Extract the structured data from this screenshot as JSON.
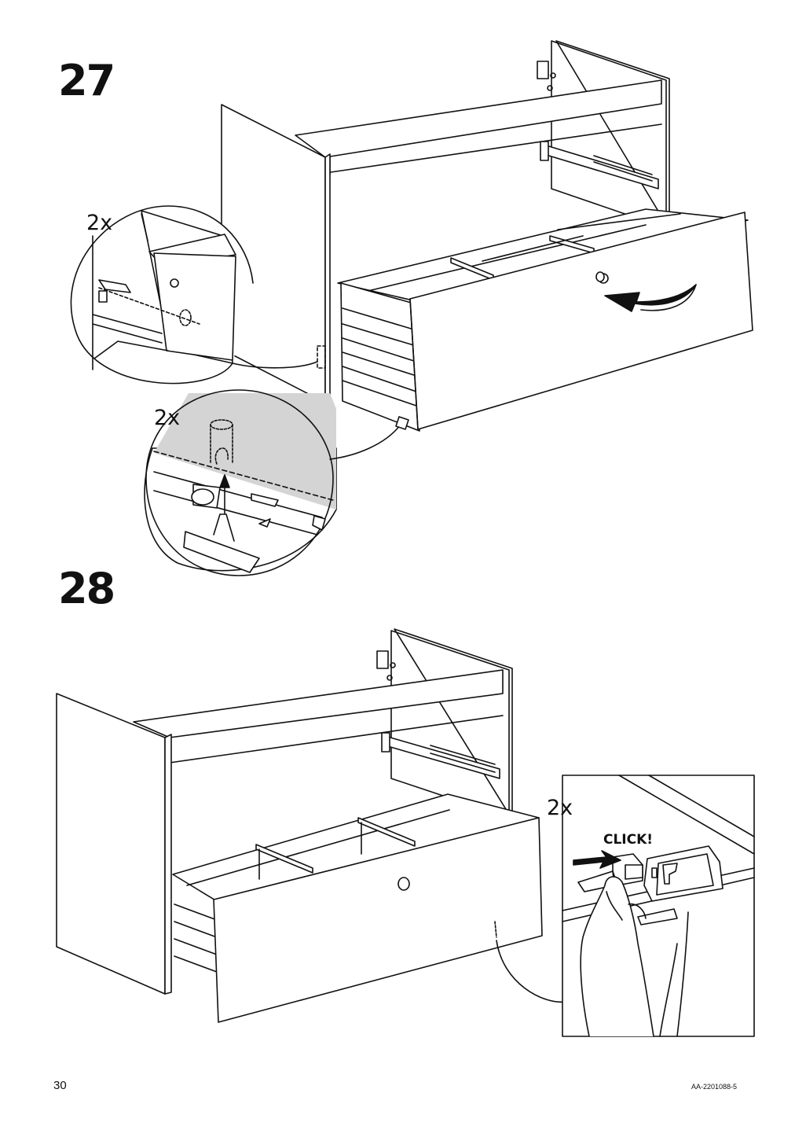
{
  "steps": [
    {
      "number": "27",
      "callouts": [
        {
          "quantity": "2x"
        },
        {
          "quantity": "2x"
        }
      ]
    },
    {
      "number": "28",
      "callouts": [
        {
          "quantity": "2x",
          "sound_label": "CLICK!"
        }
      ]
    }
  ],
  "footer": {
    "page_number": "30",
    "document_code": "AA-2201088-5"
  },
  "colors": {
    "ink": "#111111",
    "shade": "#d4d4d4",
    "paper": "#ffffff"
  }
}
